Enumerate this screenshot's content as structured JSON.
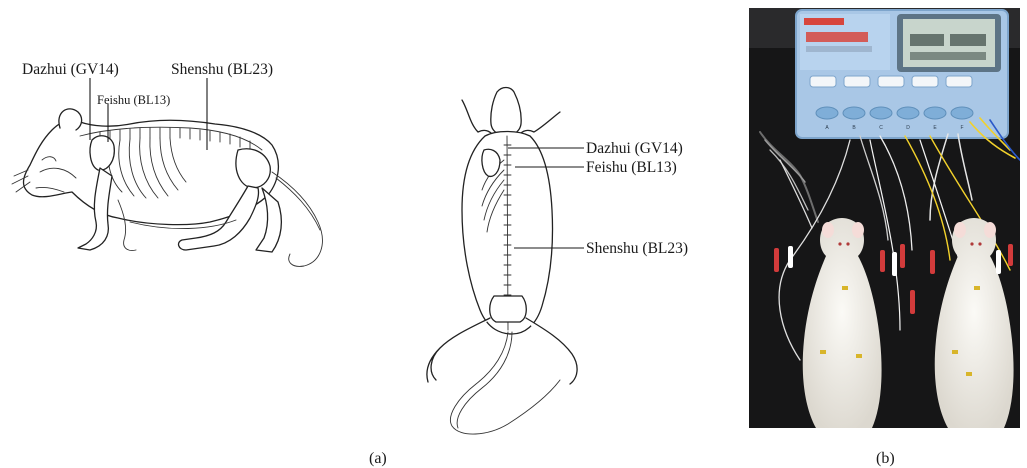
{
  "panel_a": {
    "side_view": {
      "labels": {
        "gv14": "Dazhui (GV14)",
        "bl23": "Shenshu (BL23)",
        "bl13": "Feishu (BL13)"
      }
    },
    "dorsal_view": {
      "labels": {
        "gv14": "Dazhui (GV14)",
        "bl13": "Feishu (BL13)",
        "bl23": "Shenshu (BL23)"
      }
    },
    "caption": "(a)"
  },
  "panel_b": {
    "caption": "(b)",
    "stimulator": {
      "channel_letters": [
        "A",
        "B",
        "C",
        "D",
        "E",
        "F"
      ]
    }
  }
}
